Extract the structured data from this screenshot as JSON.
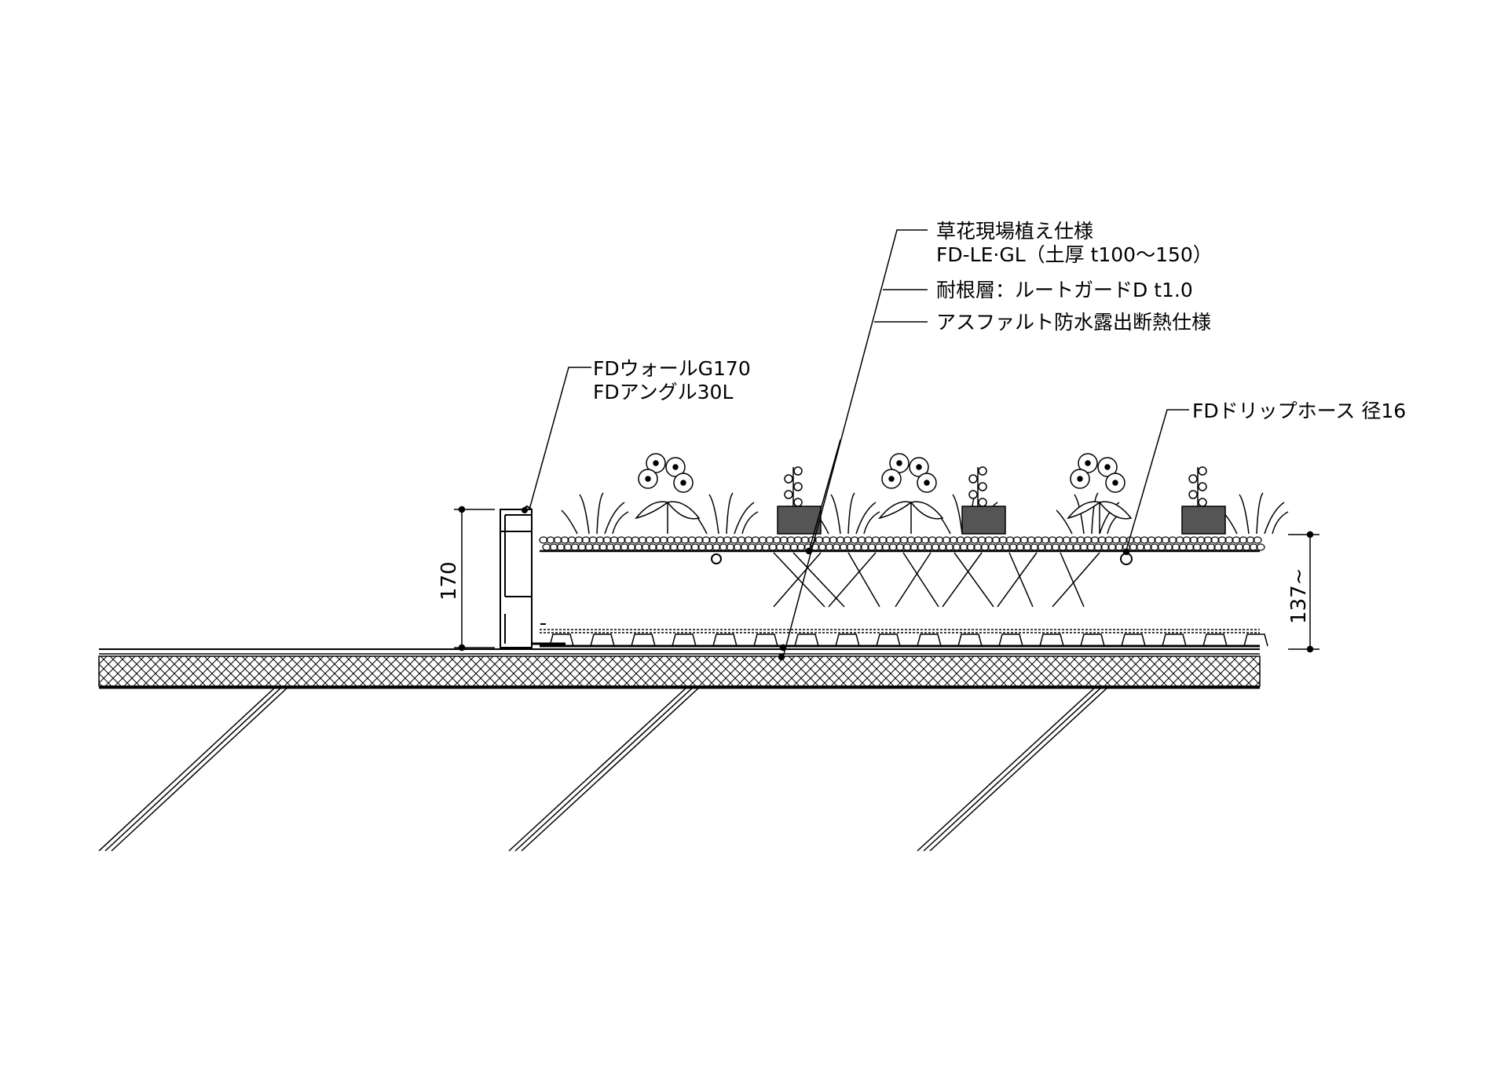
{
  "annotations": {
    "planting_spec_line1": "草花現場植え仕様",
    "planting_spec_line2": "FD-LE·GL（土厚 t100〜150）",
    "root_barrier": "耐根層：ルートガードD t1.0",
    "waterproofing": "アスファルト防水露出断熱仕様",
    "wall_line1": "FDウォールG170",
    "wall_line2": "FDアングル30L",
    "drip_hose": "FDドリップホース 径16"
  },
  "dimensions": {
    "wall_height": "170",
    "system_height": "137~"
  },
  "colors": {
    "line": "#000000",
    "background": "#ffffff"
  }
}
